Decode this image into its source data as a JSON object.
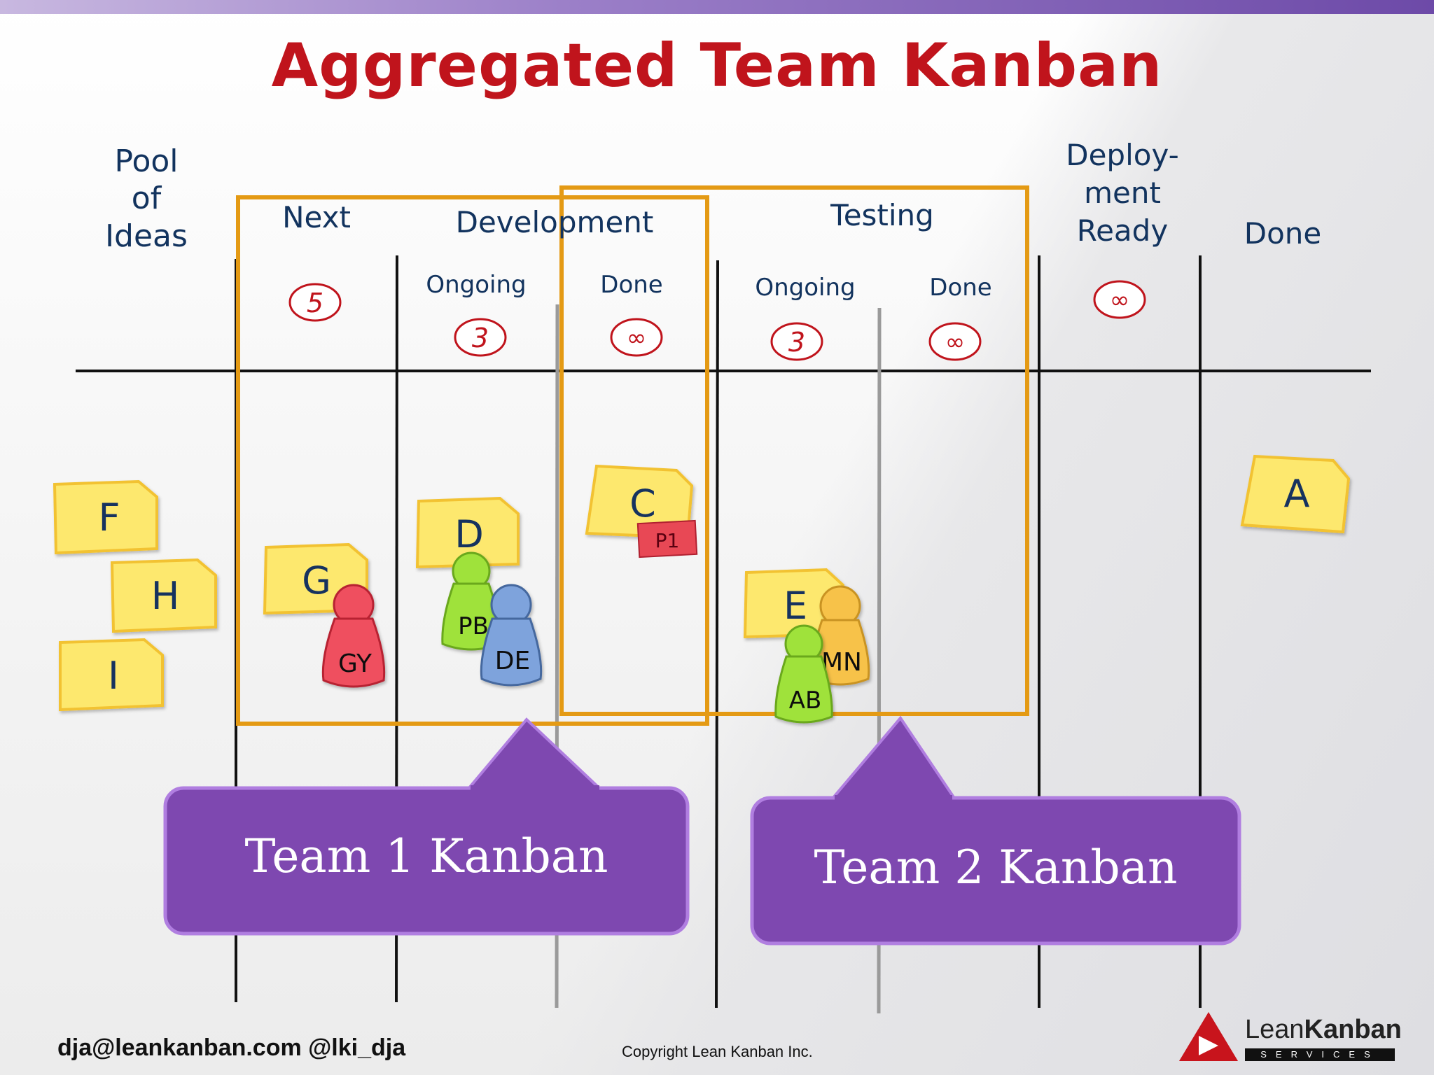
{
  "title": "Aggregated Team Kanban",
  "columns": {
    "pool": [
      "Pool",
      "of",
      "Ideas"
    ],
    "next": "Next",
    "development": "Development",
    "dev_ongoing": "Ongoing",
    "dev_done": "Done",
    "testing": "Testing",
    "test_ongoing": "Ongoing",
    "test_done": "Done",
    "deploy": [
      "Deploy-",
      "ment",
      "Ready"
    ],
    "done": "Done"
  },
  "wip_limits": {
    "next": "5",
    "dev_ongoing": "3",
    "dev_done": "∞",
    "test_ongoing": "3",
    "test_done": "∞",
    "deploy": "∞"
  },
  "cards": {
    "F": "F",
    "H": "H",
    "I": "I",
    "G": "G",
    "D": "D",
    "C": "C",
    "E": "E",
    "A": "A"
  },
  "tag": "P1",
  "people": {
    "GY": "GY",
    "PB": "PB",
    "DE": "DE",
    "MN": "MN",
    "AB": "AB"
  },
  "callouts": {
    "team1": "Team 1 Kanban",
    "team2": "Team 2 Kanban"
  },
  "footer": {
    "contact": "dja@leankanban.com @lki_dja",
    "copyright": "Copyright Lean Kanban  Inc.",
    "logo_lean": "Lean",
    "logo_kanban": "Kanban",
    "logo_services": "SERVICES"
  },
  "colors": {
    "title": "#c0141c",
    "sticky": "#fde86e",
    "sticky_border": "#f2c230",
    "orange_frame": "#e49a14",
    "callout": "#7e48b0",
    "wip": "#c0141c"
  }
}
